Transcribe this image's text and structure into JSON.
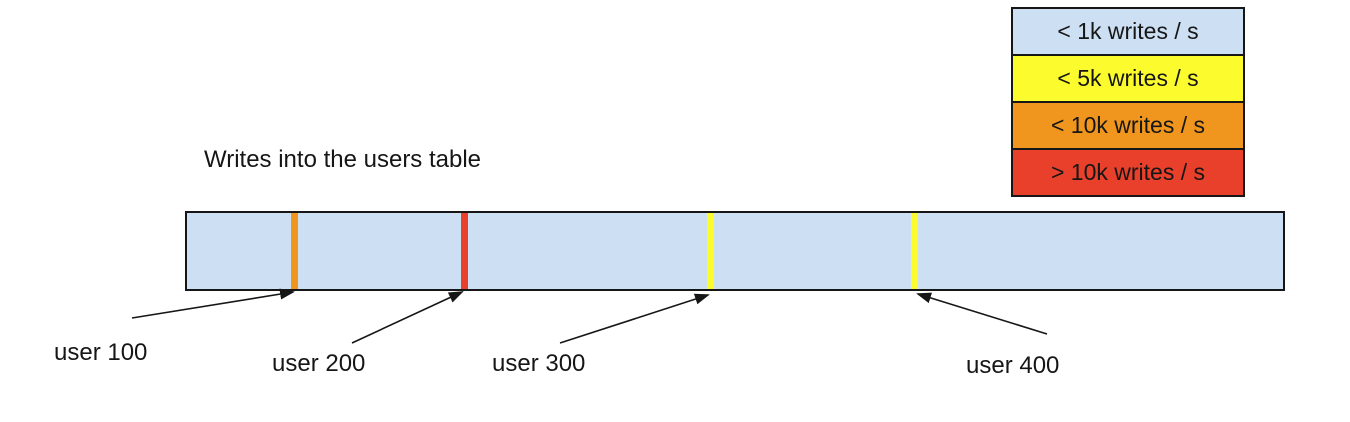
{
  "title": "Writes into the users table",
  "legend": {
    "items": [
      {
        "label": "< 1k writes / s",
        "color": "#cddff2"
      },
      {
        "label": "< 5k writes / s",
        "color": "#fbfb2d"
      },
      {
        "label": "< 10k writes / s",
        "color": "#f0961e"
      },
      {
        "label": "> 10k writes / s",
        "color": "#e8402a"
      }
    ]
  },
  "bar": {
    "fill": "#cddff2",
    "markers": [
      {
        "name": "user 100",
        "color": "#f0961e"
      },
      {
        "name": "user 200",
        "color": "#e8402a"
      },
      {
        "name": "user 300",
        "color": "#fbfb2d"
      },
      {
        "name": "user 400",
        "color": "#fbfb2d"
      }
    ]
  },
  "callouts": [
    {
      "label": "user 100"
    },
    {
      "label": "user 200"
    },
    {
      "label": "user 300"
    },
    {
      "label": "user 400"
    }
  ]
}
